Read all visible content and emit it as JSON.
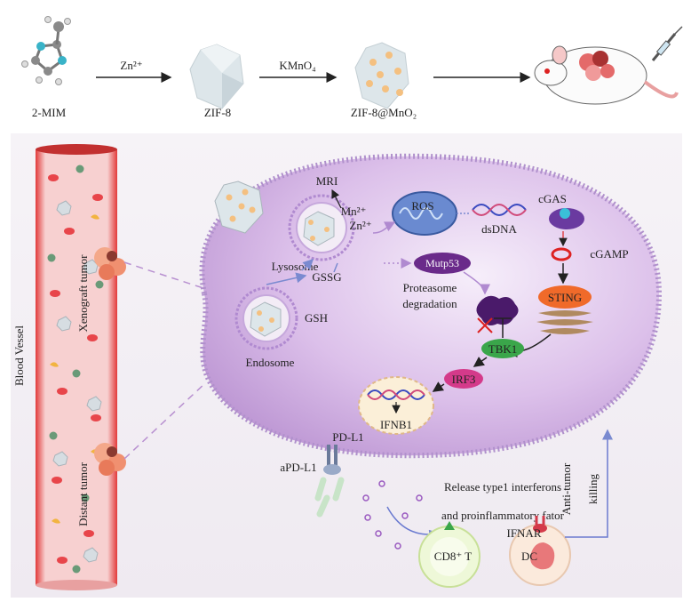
{
  "synthesis": {
    "step1_reagent": "Zn²⁺",
    "step2_reagent": "KMnO₄",
    "labels": [
      "2-MIM",
      "ZIF-8",
      "ZIF-8@MnO₂"
    ]
  },
  "vessel": {
    "title": "Blood Vessel",
    "xenograft": "Xenograft tumor",
    "distant": "Distant tumor"
  },
  "cell": {
    "mri": "MRI",
    "mn": "Mn²⁺",
    "zn": "Zn²⁺",
    "lysosome": "Lysosome",
    "gssg": "GSSG",
    "gsh": "GSH",
    "endosome": "Endosome",
    "ros": "ROS",
    "dsdna": "dsDNA",
    "cgas": "cGAS",
    "cgamp": "cGAMP",
    "sting": "STING",
    "mutp53": "Mutp53",
    "proteasome": "Proteasome",
    "degradation": "degradation",
    "tbk1": "TBK1",
    "irf3": "IRF3",
    "ifnb1": "IFNB1",
    "pdl1": "PD-L1",
    "apdl1": "aPD-L1"
  },
  "immune": {
    "release1": "Release type1 interferons",
    "release2": "and proinflammatory fator",
    "ifnar": "IFNAR",
    "cd8": "CD8⁺ T",
    "dc": "DC",
    "antitumor1": "Anti-tumor",
    "antitumor2": "killing"
  },
  "colors": {
    "cell_fill": "#d8b8e8",
    "vessel_red": "#e23a3a",
    "sting_orange": "#f06a2a",
    "tbk1_green": "#3aa64a",
    "irf3_pink": "#d43a8a",
    "mutp53_purple": "#6a2a8a"
  }
}
